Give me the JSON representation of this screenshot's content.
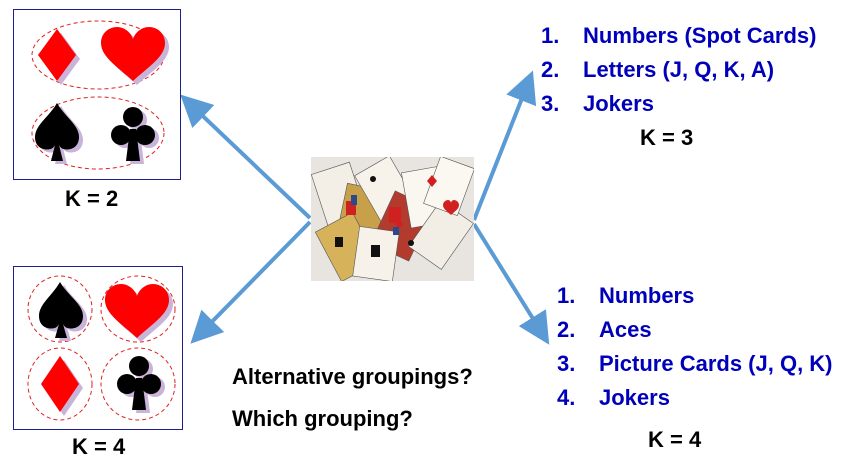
{
  "panels": {
    "top_left": {
      "k_label": "K = 2"
    },
    "bottom_left": {
      "k_label": "K = 4"
    }
  },
  "lists": {
    "k3": {
      "items": [
        {
          "num": "1.",
          "text": "Numbers (Spot Cards)"
        },
        {
          "num": "2.",
          "text": "Letters (J, Q, K, A)"
        },
        {
          "num": "3.",
          "text": "Jokers"
        }
      ],
      "k_label": "K = 3"
    },
    "k4": {
      "items": [
        {
          "num": "1.",
          "text": "Numbers"
        },
        {
          "num": "2.",
          "text": "Aces"
        },
        {
          "num": "3.",
          "text": "Picture Cards (J, Q, K)"
        },
        {
          "num": "4.",
          "text": "Jokers"
        }
      ],
      "k_label": "K = 4"
    }
  },
  "questions": {
    "alternative": "Alternative groupings?",
    "which": "Which grouping?"
  },
  "colors": {
    "list_text": "#0000bb",
    "arrow": "#5b9bd5",
    "red_suit": "#ff0000",
    "black_suit": "#000000",
    "shadow": "#c9b3d9",
    "cluster_outline": "#e02020",
    "panel_border": "#1f1f8f"
  },
  "icons": [
    "diamond-icon",
    "heart-icon",
    "spade-icon",
    "club-icon",
    "playing-cards-photo"
  ]
}
